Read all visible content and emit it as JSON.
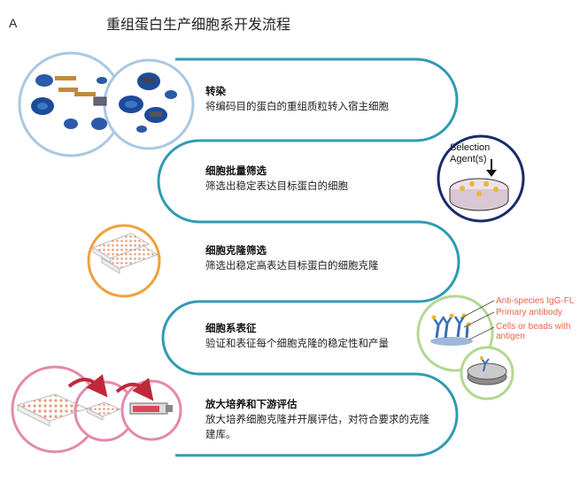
{
  "panel_letter": "A",
  "title": "重组蛋白生产细胞系开发流程",
  "steps": [
    {
      "heading": "转染",
      "desc": "将编码目的蛋白的重组质粒转入宿主细胞"
    },
    {
      "heading": "细胞批量筛选",
      "desc": "筛选出稳定表达目标蛋白的细胞"
    },
    {
      "heading": "细胞克隆筛选",
      "desc": "筛选出稳定高表达目标蛋白的细胞克隆"
    },
    {
      "heading": "细胞系表征",
      "desc": "验证和表征每个细胞克隆的稳定性和产量"
    },
    {
      "heading": "放大培养和下游评估",
      "desc": "放大培养细胞克隆并开展评估，对符合要求的克隆建库。"
    }
  ],
  "selection": {
    "line1": "Selection",
    "line2": "Agent(s)"
  },
  "assay_labels": [
    "Anti-species IgG-FL",
    "Primary antibody",
    "Cells or beads with",
    "antigen"
  ],
  "colors": {
    "track": "#2f9bb3",
    "blue_circle": "#a9c8e3",
    "orange_circle": "#f0a13a",
    "green_circle": "#b3d894",
    "pink_circle": "#e28aae",
    "label_red": "#e8644a"
  }
}
